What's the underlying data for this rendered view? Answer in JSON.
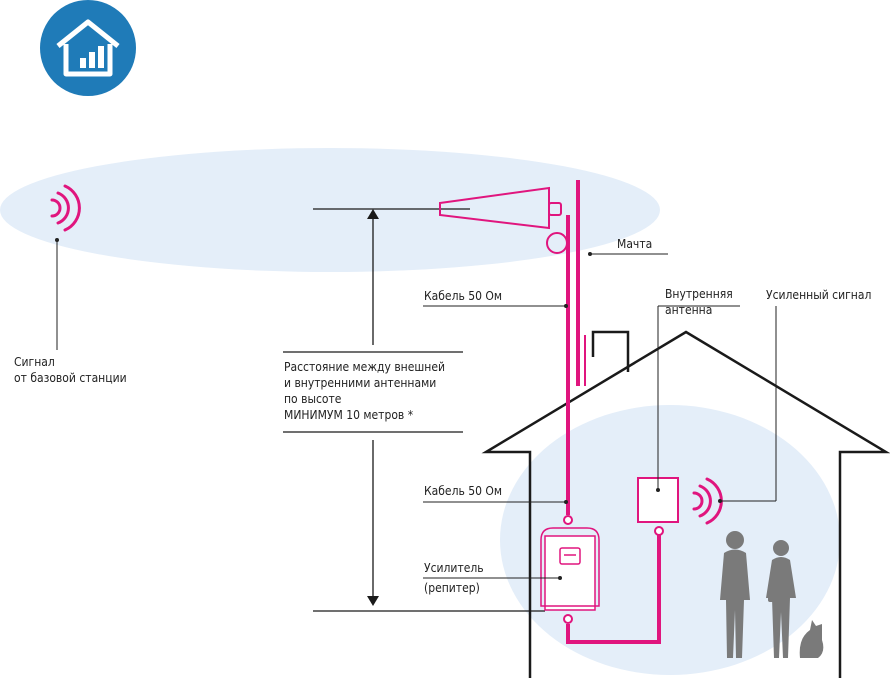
{
  "logo": {
    "icon": "house-signal-icon",
    "bg_color": "#1f7bb8"
  },
  "colors": {
    "accent": "#e0157e",
    "sky": "#e3eef9",
    "house": "#1a1a1a",
    "silhouette": "#777777",
    "guide": "#1a1a1a"
  },
  "labels": {
    "base_signal": [
      "Сигнал",
      "от базовой станции"
    ],
    "mast": "Мачта",
    "cable_top": "Кабель 50 Ом",
    "distance": [
      "Расстояние между внешней",
      "и внутренними антеннами",
      "по высоте",
      "МИНИМУМ 10 метров *"
    ],
    "internal_antenna": [
      "Внутренняя",
      "антенна"
    ],
    "amplified_signal": "Усиленный сигнал",
    "cable_bottom": "Кабель 50 Ом",
    "amplifier": [
      "Усилитель",
      "(репитер)"
    ]
  }
}
